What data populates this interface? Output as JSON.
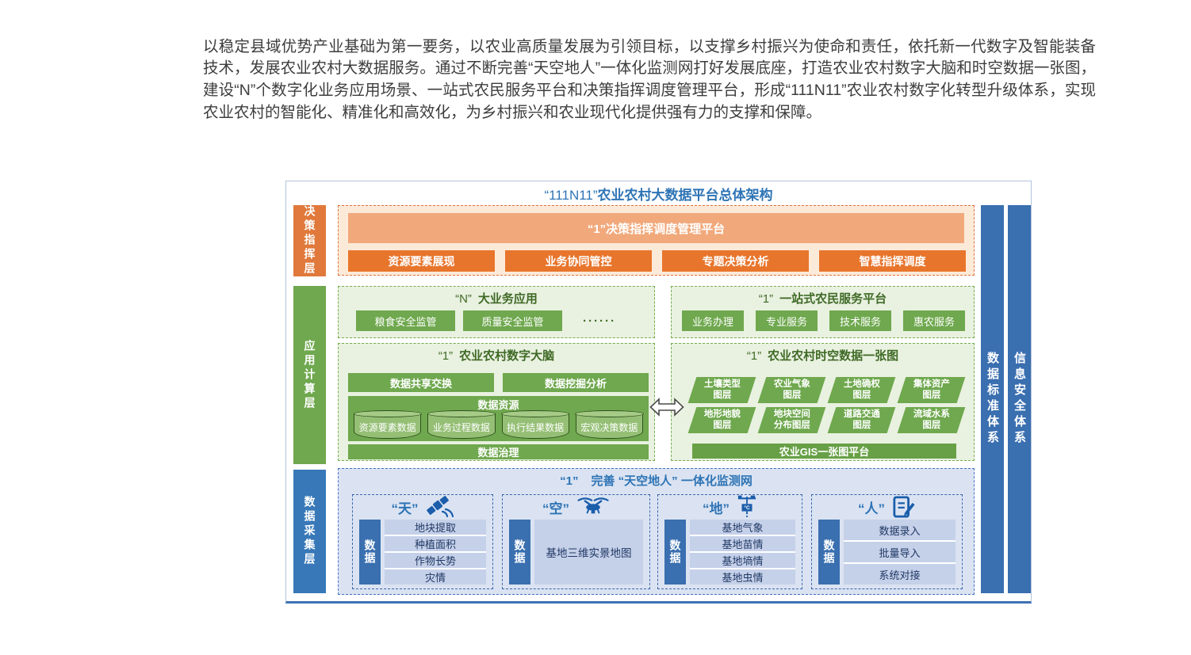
{
  "intro": {
    "text": "以稳定县域优势产业基础为第一要务，以农业高质量发展为引领目标，以支撑乡村振兴为使命和责任，依托新一代数字及智能装备技术，发展农业农村大数据服务。通过不断完善“天空地人”一体化监测网打好发展底座，打造农业农村数字大脑和时空数据一张图，建设“N”个数字化业务应用场景、一站式农民服务平台和决策指挥调度管理平台，形成“111N11”农业农村数字化转型升级体系，实现农业农村的智能化、精准化和高效化，为乡村振兴和农业现代化提供强有力的支撑和保障。"
  },
  "diagram": {
    "title": {
      "prefix": "“111N11”",
      "label": "农业农村大数据平台总体架构"
    },
    "side_labels": {
      "decision": "决策指挥层",
      "application": "应用计算层",
      "collection": "数据采集层"
    },
    "right_bars": {
      "standard": "数据标准体系",
      "security": "信息安全体系"
    },
    "decision_layer": {
      "platform": "“1”决策指挥调度管理平台",
      "buttons": [
        "资源要素展现",
        "业务协同管控",
        "专题决策分析",
        "智慧指挥调度"
      ]
    },
    "business_apps": {
      "prefix": "“N”",
      "label": "大业务应用",
      "buttons": [
        "粮食安全监管",
        "质量安全监管"
      ],
      "ellipsis": "······"
    },
    "farmer_service": {
      "prefix": "“1”",
      "label": "一站式农民服务平台",
      "buttons": [
        "业务办理",
        "专业服务",
        "技术服务",
        "惠农服务"
      ]
    },
    "digital_brain": {
      "prefix": "“1”",
      "label": "农业农村数字大脑",
      "buttons": [
        "数据共享交换",
        "数据挖掘分析"
      ],
      "resource_title": "数据资源",
      "cylinders": [
        "资源要素数据",
        "业务过程数据",
        "执行结果数据",
        "宏观决策数据"
      ],
      "governance": "数据治理"
    },
    "one_map": {
      "prefix": "“1”",
      "label": "农业农村时空数据一张图",
      "layers": [
        "土壤类型\n图层",
        "农业气象\n图层",
        "土地确权\n图层",
        "集体资产\n图层",
        "地形地貌\n图层",
        "地块空间\n分布图层",
        "道路交通\n图层",
        "流域水系\n图层"
      ],
      "gis_bar": "农业GIS一张图平台"
    },
    "collection_layer": {
      "prefix": "“1”",
      "label": "完善 “天空地人” 一体化监测网",
      "groups": [
        {
          "name": "“天”",
          "icon": "satellite-icon",
          "data_label": "数据",
          "items": [
            "地块提取",
            "种植面积",
            "作物长势",
            "灾情"
          ]
        },
        {
          "name": "“空”",
          "icon": "drone-icon",
          "data_label": "数据",
          "items": [
            "基地三维实景地图"
          ]
        },
        {
          "name": "“地”",
          "icon": "weather-station-icon",
          "data_label": "数据",
          "items": [
            "基地气象",
            "基地苗情",
            "基地墒情",
            "基地虫情"
          ]
        },
        {
          "name": "“人”",
          "icon": "clipboard-pen-icon",
          "data_label": "数据",
          "items": [
            "数据录入",
            "批量导入",
            "系统对接"
          ]
        }
      ]
    },
    "icons": {
      "exchange": "double-arrow-icon"
    },
    "colors": {
      "title_blue": "#2e74b5",
      "orange_dark": "#e8752c",
      "orange_mid": "#f1a97c",
      "orange_bg": "#fcead9",
      "green_btn": "#6fa84e",
      "green_bg": "#e9f1e0",
      "green_text": "#3f6a26",
      "blue_bar": "#3a6fb0",
      "blue_side": "#3878b8",
      "blue_bg": "#dbe3f2",
      "blue_item": "#c5d0e9",
      "icon_blue": "#1b5eab"
    }
  }
}
